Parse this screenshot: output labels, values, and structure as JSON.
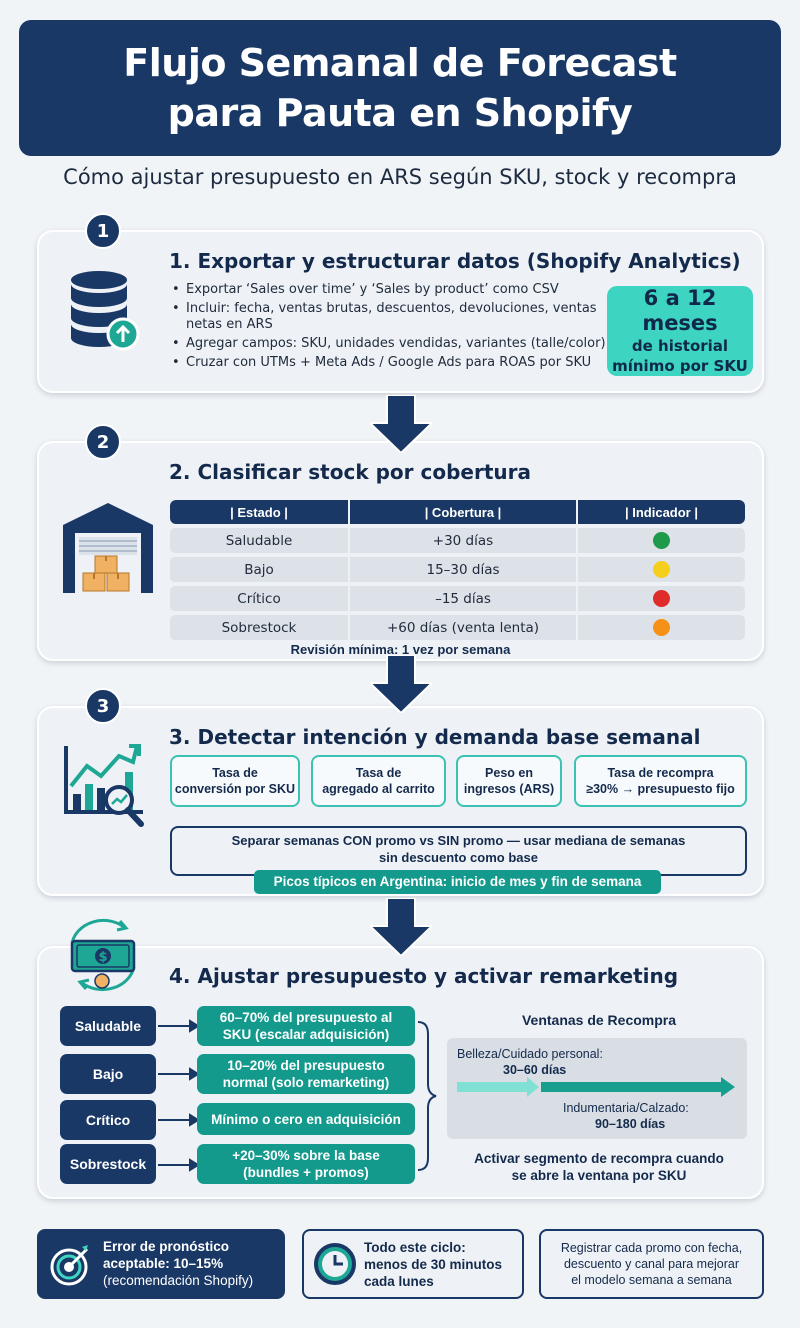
{
  "header": {
    "title_line1": "Flujo Semanal de Forecast",
    "title_line2": "para Pauta en Shopify",
    "subtitle": "Cómo ajustar presupuesto en ARS según SKU, stock y recompra"
  },
  "step1": {
    "number": "1",
    "title": "1. Exportar y estructurar datos (Shopify Analytics)",
    "bullets": [
      "Exportar ‘Sales over time’ y ‘Sales by product’ como CSV",
      "Incluir: fecha, ventas brutas, descuentos, devoluciones, ventas netas en ARS",
      "Agregar campos: SKU, unidades vendidas, variantes (talle/color)",
      "Cruzar con UTMs + Meta Ads / Google Ads para ROAS por SKU"
    ],
    "history_big": "6 a 12 meses",
    "history_line2": "de historial",
    "history_line3": "mínimo por SKU",
    "icon": "database-upload-icon"
  },
  "step2": {
    "number": "2",
    "title": "2. Clasificar stock por cobertura",
    "headers": [
      "| Estado |",
      "| Cobertura |",
      "| Indicador |"
    ],
    "rows": [
      {
        "estado": "Saludable",
        "cobertura": "+30 días",
        "color": "#1f9a4a"
      },
      {
        "estado": "Bajo",
        "cobertura": "15–30 días",
        "color": "#f5cf1c"
      },
      {
        "estado": "Crítico",
        "cobertura": "–15 días",
        "color": "#e02b2b"
      },
      {
        "estado": "Sobrestock",
        "cobertura": "+60 días (venta lenta)",
        "color": "#f59116"
      }
    ],
    "review": "Revisión mínima: 1 vez por semana",
    "icon": "warehouse-icon"
  },
  "step3": {
    "number": "3",
    "title": "3. Detectar intención y demanda base semanal",
    "metrics": [
      {
        "line1": "Tasa de",
        "line2": "conversión por SKU"
      },
      {
        "line1": "Tasa de",
        "line2": "agregado al carrito"
      },
      {
        "line1": "Peso en",
        "line2": "ingresos (ARS)"
      },
      {
        "line1": "Tasa de recompra",
        "line2": "≥30% → presupuesto fijo"
      }
    ],
    "separate_line1": "Separar semanas CON promo vs SIN promo — usar mediana de semanas",
    "separate_line2": "sin descuento como base",
    "peaks": "Picos típicos en Argentina: inicio de mes y fin de semana",
    "icon": "growth-chart-icon"
  },
  "step4": {
    "title": "4. Ajustar presupuesto y activar remarketing",
    "states": [
      "Saludable",
      "Bajo",
      "Crítico",
      "Sobrestock"
    ],
    "budgets": [
      {
        "line1": "60–70% del presupuesto al",
        "line2": "SKU (escalar adquisición)"
      },
      {
        "line1": "10–20% del presupuesto",
        "line2": "normal (solo remarketing)"
      },
      {
        "line1": "Mínimo o cero en adquisición",
        "line2": ""
      },
      {
        "line1": "+20–30% sobre la base",
        "line2": "(bundles + promos)"
      }
    ],
    "rebuy_title": "Ventanas de Recompra",
    "rebuy_beauty_label": "Belleza/Cuidado personal:",
    "rebuy_beauty_days": "30–60 días",
    "rebuy_apparel_label": "Indumentaria/Calzado:",
    "rebuy_apparel_days": "90–180 días",
    "rebuy_cta_line1": "Activar segmento de recompra cuando",
    "rebuy_cta_line2": "se abre la ventana por SKU",
    "icon": "money-cycle-icon"
  },
  "footer": {
    "error_line1": "Error de pronóstico",
    "error_line2": "aceptable: 10–15%",
    "error_line3": "(recomendación Shopify)",
    "cycle_line1": "Todo este ciclo:",
    "cycle_line2": "menos de 30 minutos",
    "cycle_line3": "cada lunes",
    "log_line1": "Registrar cada promo con fecha,",
    "log_line2": "descuento y canal para mejorar",
    "log_line3": "el modelo semana a semana"
  },
  "colors": {
    "navy": "#1a3866",
    "teal": "#139a8c",
    "teal_light": "#3dd4c2"
  }
}
